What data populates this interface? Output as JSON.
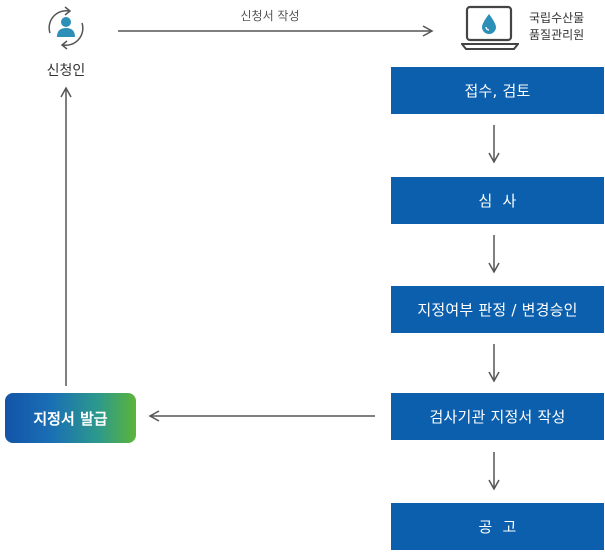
{
  "applicant": {
    "label": "신청인",
    "icon": "person-cycle-icon"
  },
  "organization": {
    "name_line1": "국립수산물",
    "name_line2": "품질관리원",
    "icon": "laptop-water-drop-icon"
  },
  "flow_label": "신청서 작성",
  "steps": [
    {
      "label": "접수, 검토"
    },
    {
      "label": "심  사"
    },
    {
      "label": "지정여부 판정 / 변경승인"
    },
    {
      "label": "검사기관 지정서 작성"
    },
    {
      "label": "공  고"
    }
  ],
  "issue": {
    "label": "지정서 발급"
  },
  "colors": {
    "step_bg": "#0b5fad",
    "arrow": "#555555",
    "icon_teal": "#2b8fb8",
    "gradient_start": "#1354a8",
    "gradient_end": "#5db43a"
  }
}
